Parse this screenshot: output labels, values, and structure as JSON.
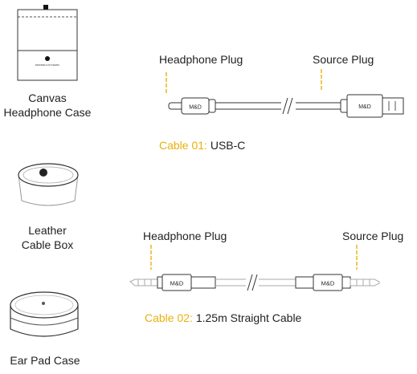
{
  "accessories": {
    "canvas_case": {
      "line1": "Canvas",
      "line2": "Headphone Case",
      "logo_text": "MASTER & DYNAMIC"
    },
    "cable_box": {
      "line1": "Leather",
      "line2": "Cable Box"
    },
    "ear_pad_case": {
      "label": "Ear Pad Case"
    }
  },
  "cable_01": {
    "headphone_plug_label": "Headphone Plug",
    "source_plug_label": "Source Plug",
    "caption_prefix": "Cable 01:",
    "caption_text": "USB-C",
    "left_connector_text": "M&D",
    "right_connector_text": "M&D"
  },
  "cable_02": {
    "headphone_plug_label": "Headphone Plug",
    "source_plug_label": "Source Plug",
    "caption_prefix": "Cable 02:",
    "caption_text": "1.25m Straight Cable",
    "left_connector_text": "M&D",
    "right_connector_text": "M&D"
  },
  "colors": {
    "accent": "#e8b10c",
    "line": "#333333"
  }
}
